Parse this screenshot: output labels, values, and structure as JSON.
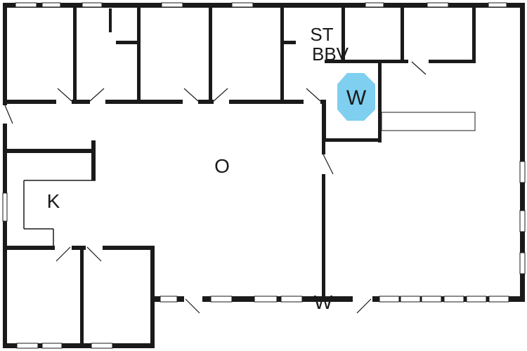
{
  "labels": {
    "room_o": "O",
    "room_k": "K",
    "room_st": "ST",
    "room_bbv": "BBV",
    "room_w_bottom": "W"
  },
  "badge": {
    "text": "W",
    "color": "#7fcff0"
  },
  "colors": {
    "wall": "#1a1a1a",
    "background": "#ffffff"
  }
}
